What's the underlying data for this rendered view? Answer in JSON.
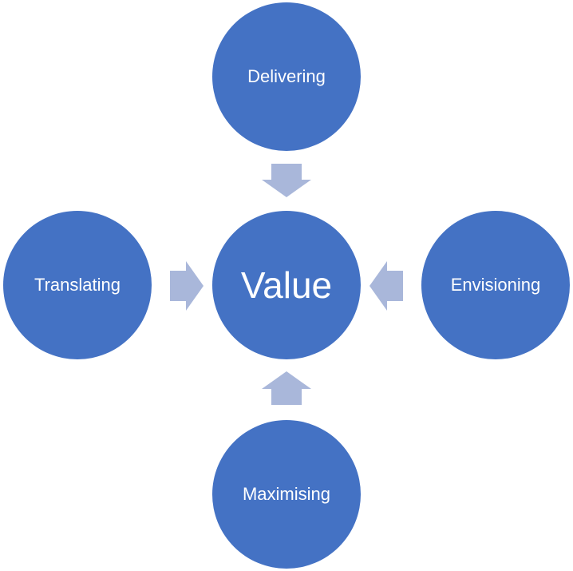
{
  "diagram": {
    "center": {
      "label": "Value"
    },
    "nodes": {
      "top": {
        "label": "Delivering"
      },
      "left": {
        "label": "Translating"
      },
      "right": {
        "label": "Envisioning"
      },
      "bottom": {
        "label": "Maximising"
      }
    },
    "colors": {
      "node_fill": "#4472C4",
      "node_text": "#FFFFFF",
      "arrow_fill": "#A9B7DA"
    }
  }
}
